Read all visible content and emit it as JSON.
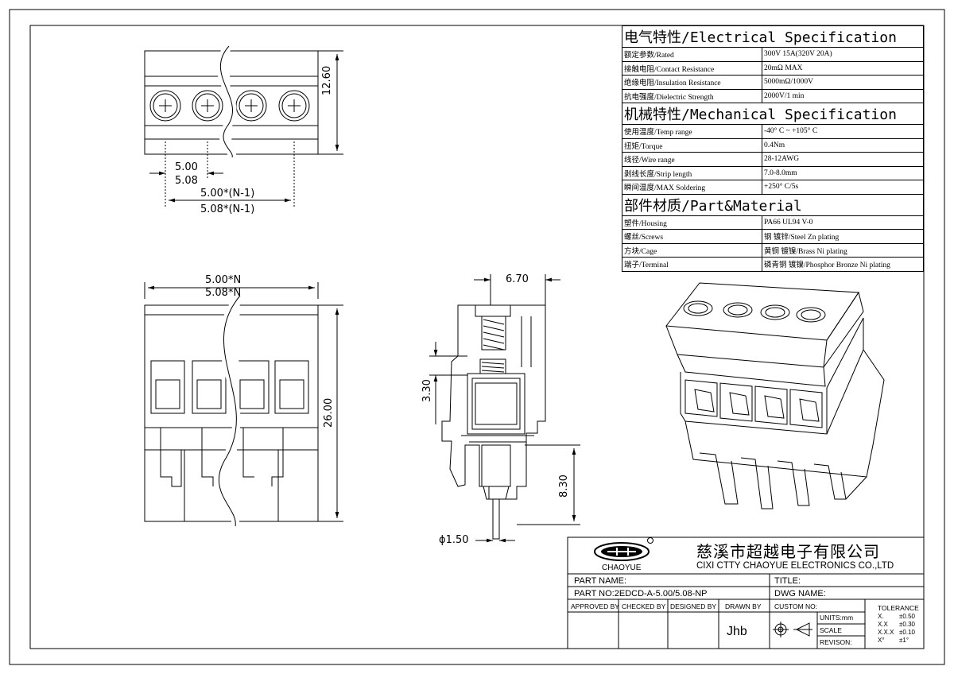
{
  "spec_table": {
    "sections": [
      {
        "title": "电气特性/Electrical Specification",
        "rows": [
          {
            "k": "额定参数/Rated",
            "v": "300V  15A(320V  20A)"
          },
          {
            "k": "接触电阻/Contact Resistance",
            "v": "20mΩ MAX"
          },
          {
            "k": "绝缘电阻/Insulation Resistance",
            "v": "5000mΩ/1000V"
          },
          {
            "k": "抗电强度/Dielectric Strength",
            "v": "2000V/1 min"
          }
        ]
      },
      {
        "title": "机械特性/Mechanical Specification",
        "rows": [
          {
            "k": "使用温度/Temp range",
            "v": "-40° C ~ +105° C"
          },
          {
            "k": "扭矩/Torque",
            "v": "0.4Nm"
          },
          {
            "k": "线径/Wire range",
            "v": "28-12AWG"
          },
          {
            "k": "剥线长度/Strip length",
            "v": "7.0-8.0mm"
          },
          {
            "k": "瞬间温度/MAX Soldering",
            "v": "+250° C/5s"
          }
        ]
      },
      {
        "title": "部件材质/Part&Material",
        "rows": [
          {
            "k": "塑件/Housing",
            "v": "PA66 UL94 V-0"
          },
          {
            "k": "螺丝/Screws",
            "v": "钢 镀锌/Steel Zn plating"
          },
          {
            "k": "方块/Cage",
            "v": "黄铜 镀镍/Brass Ni plating"
          },
          {
            "k": "端子/Terminal",
            "v": "磷青铜 镀镍/Phosphor Bronze Ni plating"
          }
        ]
      }
    ]
  },
  "dimensions": {
    "top_pitch_a": "5.00",
    "top_pitch_b": "5.08",
    "top_total_a": "5.00*(N-1)",
    "top_total_b": "5.08*(N-1)",
    "top_height": "12.60",
    "front_width_a": "5.00*N",
    "front_width_b": "5.08*N",
    "front_height": "26.00",
    "side_width": "6.70",
    "side_opening": "3.30",
    "side_pin_length": "8.30",
    "side_pin_dia": "ϕ1.50"
  },
  "title_block": {
    "logo_text": "CHAOYUE",
    "company_cn": "慈溪市超越电子有限公司",
    "company_en": "CIXI CTTY CHAOYUE ELECTRONICS CO.,LTD",
    "part_name_label": "PART NAME:",
    "title_label": "TITLE:",
    "part_no": "PART NO:2EDCD-A-5.00/5.08-NP",
    "dwg_name_label": "DWG NAME:",
    "approved_by": "APPROVED BY",
    "checked_by": "CHECKED BY",
    "designed_by": "DESIGNED BY",
    "drawn_by": "DRAWN BY",
    "drawn_by_value": "Jhb",
    "custom_no": "CUSTOM NO:",
    "units": "UNITS:mm",
    "scale": "SCALE",
    "revision": "REVISON:",
    "tolerance_title": "TOLERANCE",
    "tolerances": [
      {
        "k": "X.",
        "v": "±0.50"
      },
      {
        "k": "X.X",
        "v": "±0.30"
      },
      {
        "k": "X.X.X",
        "v": "±0.10"
      },
      {
        "k": "X°",
        "v": "±1°"
      }
    ]
  }
}
